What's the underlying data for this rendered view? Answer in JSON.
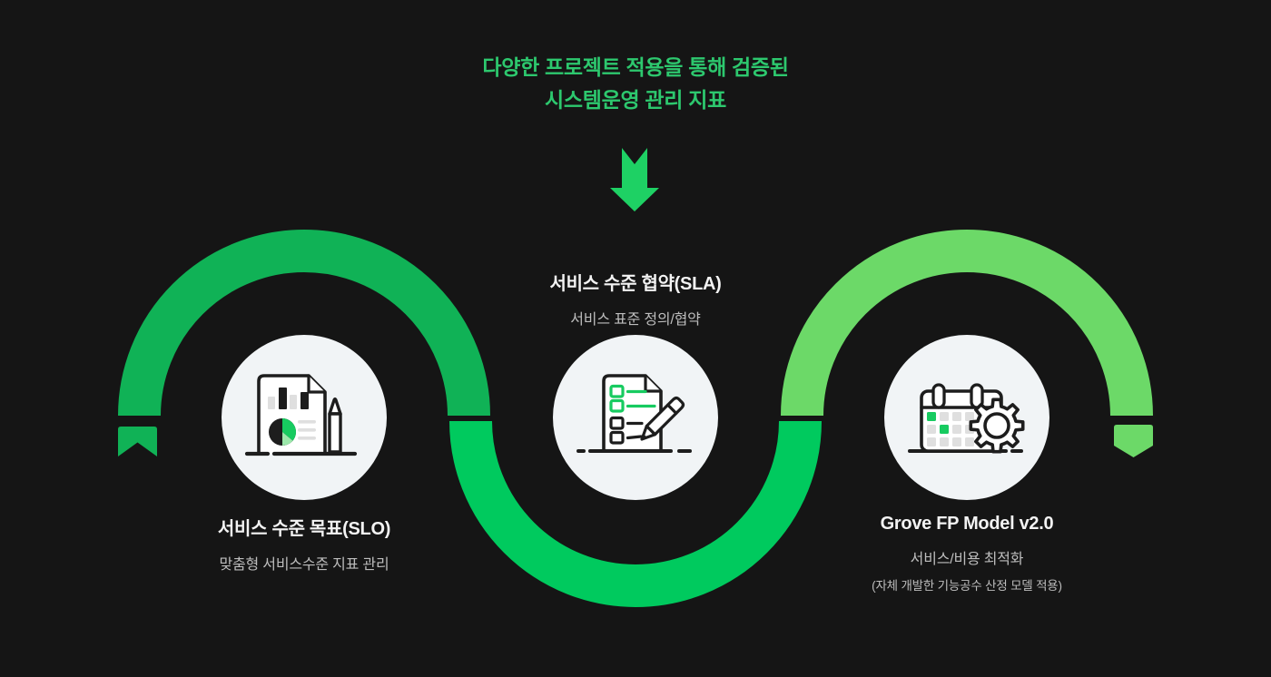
{
  "headline": {
    "line1": "다양한 프로젝트 적용을 통해 검증된",
    "line2": "시스템운영 관리 지표"
  },
  "nodes": {
    "slo": {
      "title": "서비스 수준 목표(SLO)",
      "subtitle": "맞춤형 서비스수준 지표 관리",
      "icon": "report-chart-document-icon"
    },
    "sla": {
      "title": "서비스 수준 협약(SLA)",
      "subtitle": "서비스 표준 정의/협약",
      "icon": "checklist-pencil-icon"
    },
    "fp": {
      "title": "Grove FP Model v2.0",
      "subtitle": "서비스/비용 최적화",
      "note": "(자체 개발한 기능공수 산정 모델 적용)",
      "icon": "calendar-gear-icon"
    }
  },
  "decorations": {
    "down_arrow": "down-arrow-icon",
    "ribbon": "s-curve-ribbon"
  },
  "colors": {
    "background": "#151515",
    "headline_green": "#2dc86e",
    "arrow_green": "#1ed164",
    "arc_left": "#10b256",
    "arc_middle": "#00ca5e",
    "arc_right": "#6cd968",
    "circle_fill": "#f1f4f6",
    "icon_stroke": "#1d1d1d",
    "icon_green": "#17cb60",
    "icon_green_pale": "#9ce8ab",
    "icon_gray": "#dfdfdf",
    "icon_paper": "#ffffff",
    "title_text": "#f3f3f3",
    "subtitle_text": "#bdbdbd"
  }
}
